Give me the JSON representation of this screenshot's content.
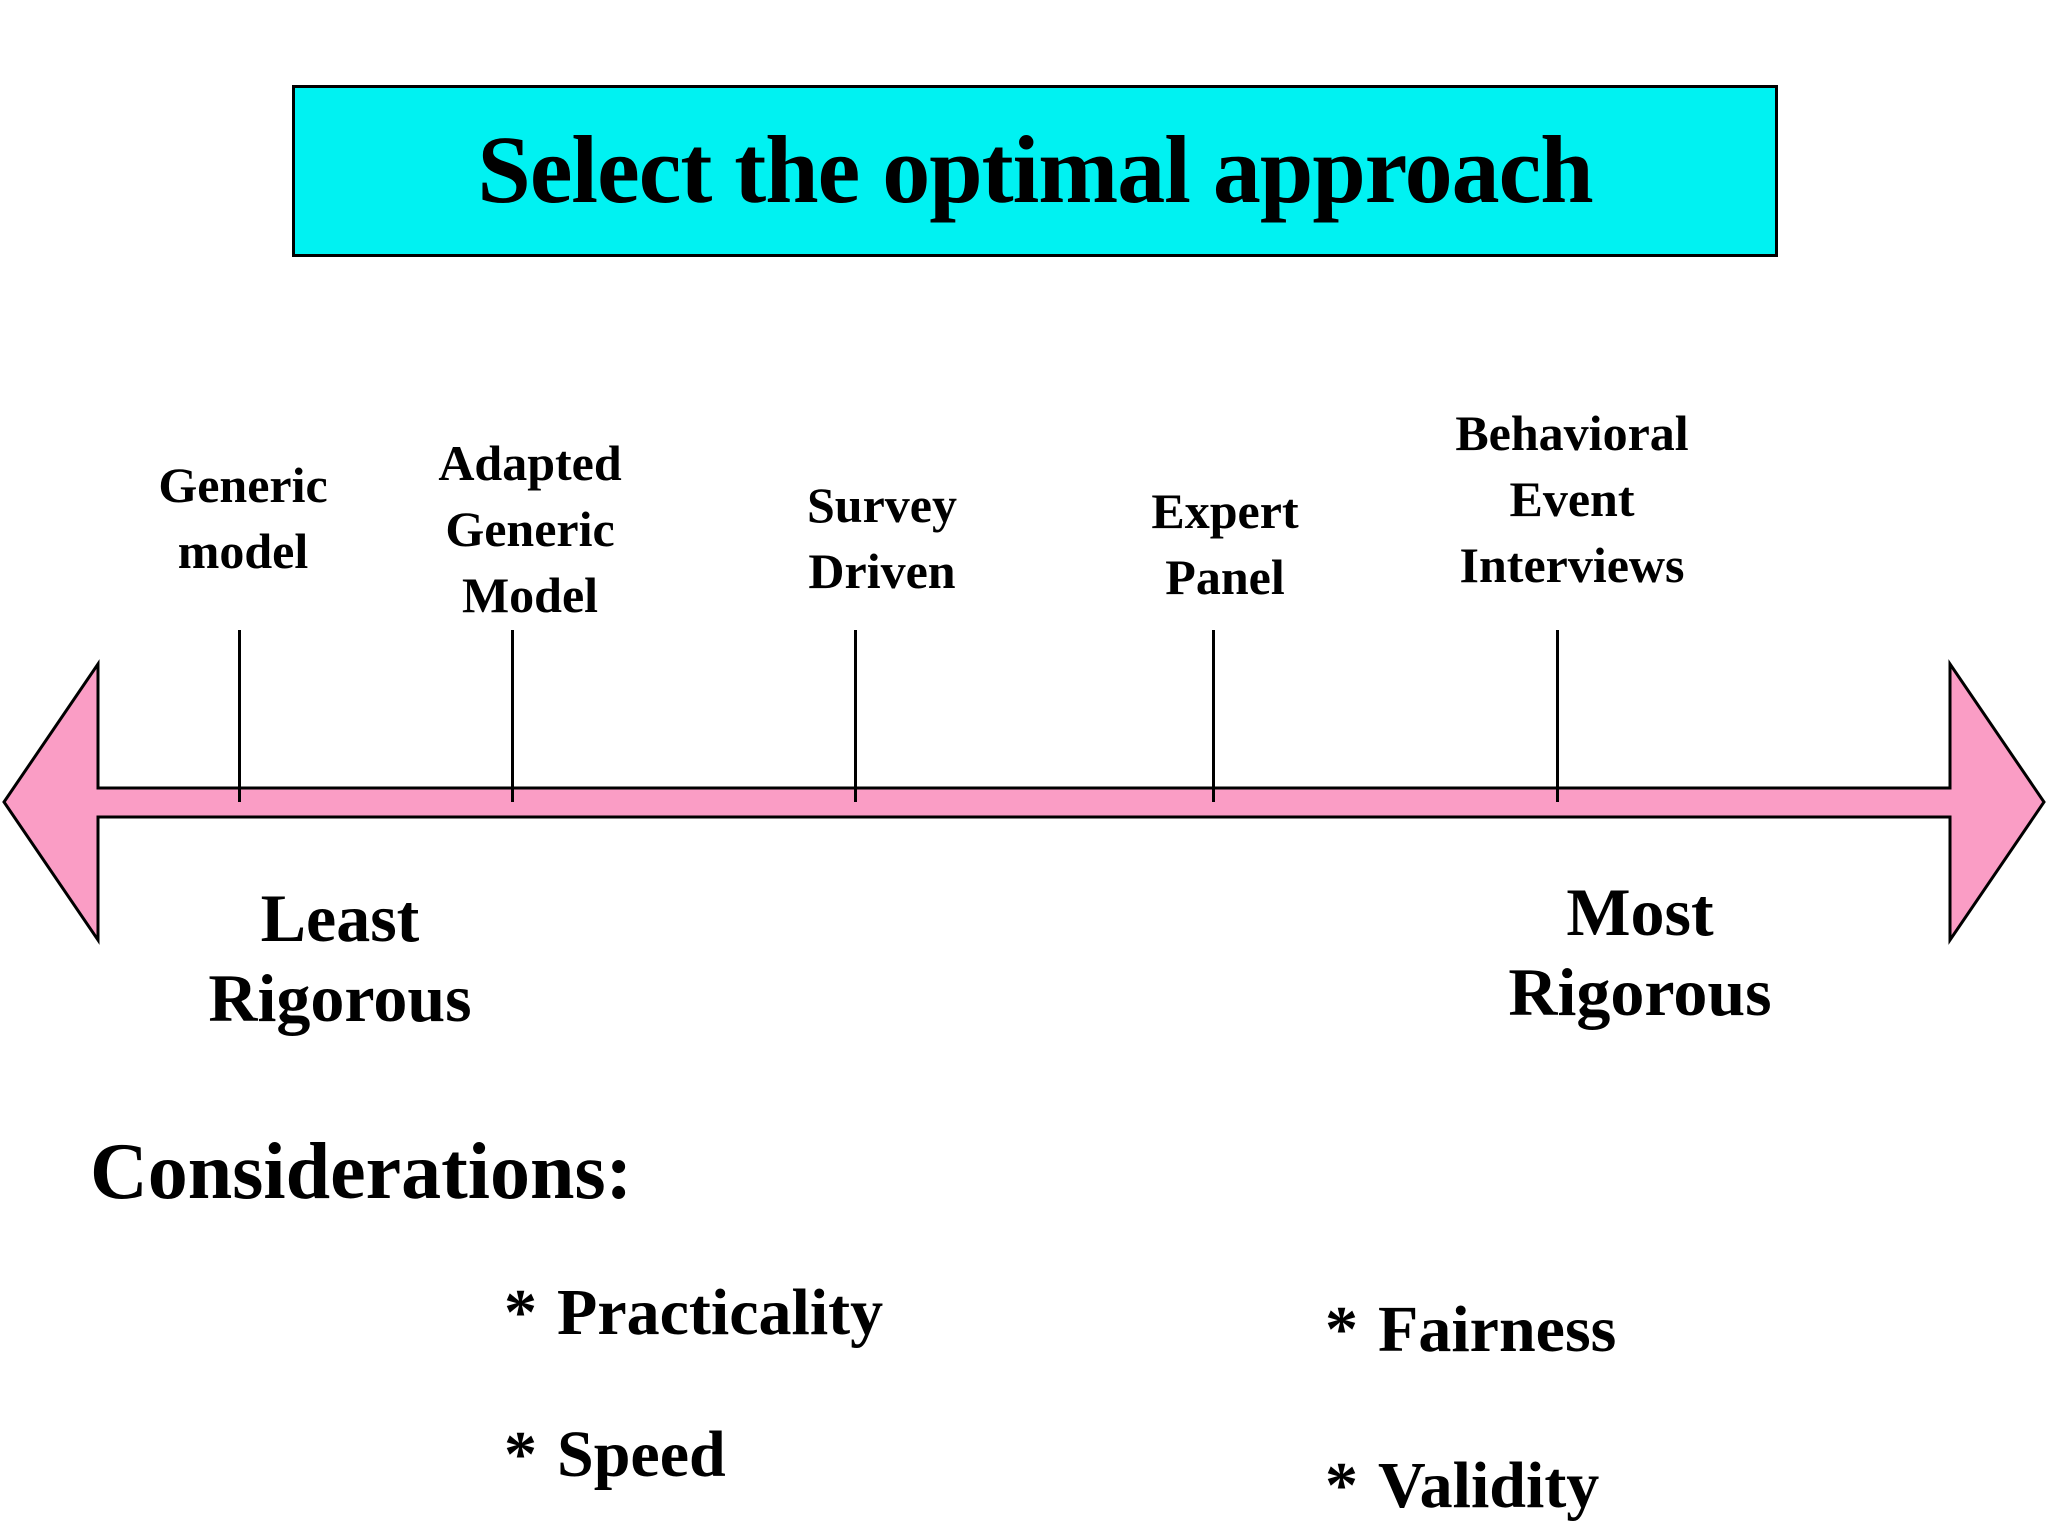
{
  "slide": {
    "title": "Select the optimal approach",
    "timeline": {
      "approaches": [
        {
          "label": "Generic\nmodel"
        },
        {
          "label": "Adapted\nGeneric\nModel"
        },
        {
          "label": "Survey\nDriven"
        },
        {
          "label": "Expert\nPanel"
        },
        {
          "label": "Behavioral\nEvent\nInterviews"
        }
      ],
      "left_endpoint": "Least\nRigorous",
      "right_endpoint": "Most\nRigorous"
    },
    "considerations": {
      "heading": "Considerations:",
      "bullet_glyph": "*",
      "items": [
        "Practicality",
        "Fairness",
        "Speed",
        "Validity"
      ]
    },
    "colors": {
      "title_box_fill": "#00F2F2",
      "arrow_fill": "#FA9DC5",
      "outline": "#000000",
      "text": "#000000",
      "background": "#FFFFFF"
    }
  }
}
